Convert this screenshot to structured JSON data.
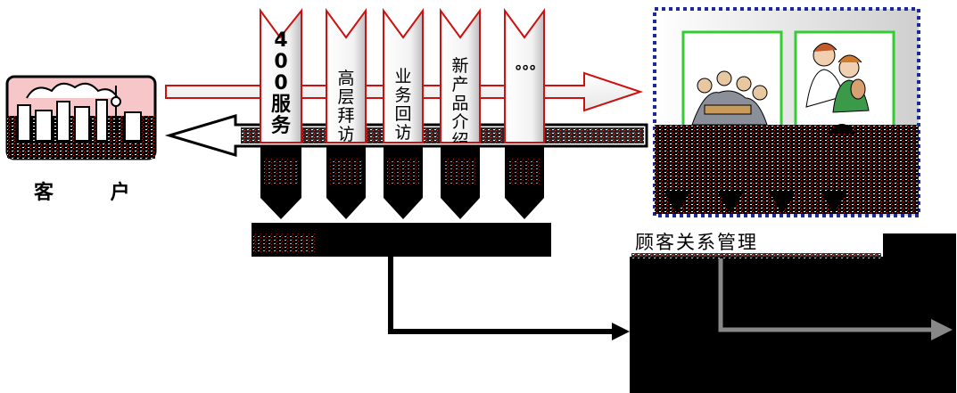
{
  "diagram": {
    "customer_label": "客 户",
    "channels": [
      {
        "id": "hotline",
        "label": "400服务",
        "style": "big"
      },
      {
        "id": "executive",
        "label": "高层拜访",
        "style": "normal"
      },
      {
        "id": "sales",
        "label": "业务回访",
        "style": "normal"
      },
      {
        "id": "product",
        "label": "新产品介绍",
        "style": "normal"
      },
      {
        "id": "more",
        "label": "。。。",
        "style": "dots"
      }
    ],
    "crm_title": "顾客关系管理",
    "icons": {
      "customer": "city-skyline-icon",
      "team": "business-meeting-icon",
      "service": "customer-service-icon"
    },
    "colors": {
      "forward_arrow": "#cc1111",
      "backward_arrow": "#000000",
      "chevron_fill": "#ffffff",
      "chevron_stroke": "#cc1111",
      "frame_dots": "#1a2a9a",
      "panel_border": "#33cc33",
      "city_sky": "#f7c6c9",
      "gray_arrow": "#888888"
    }
  }
}
